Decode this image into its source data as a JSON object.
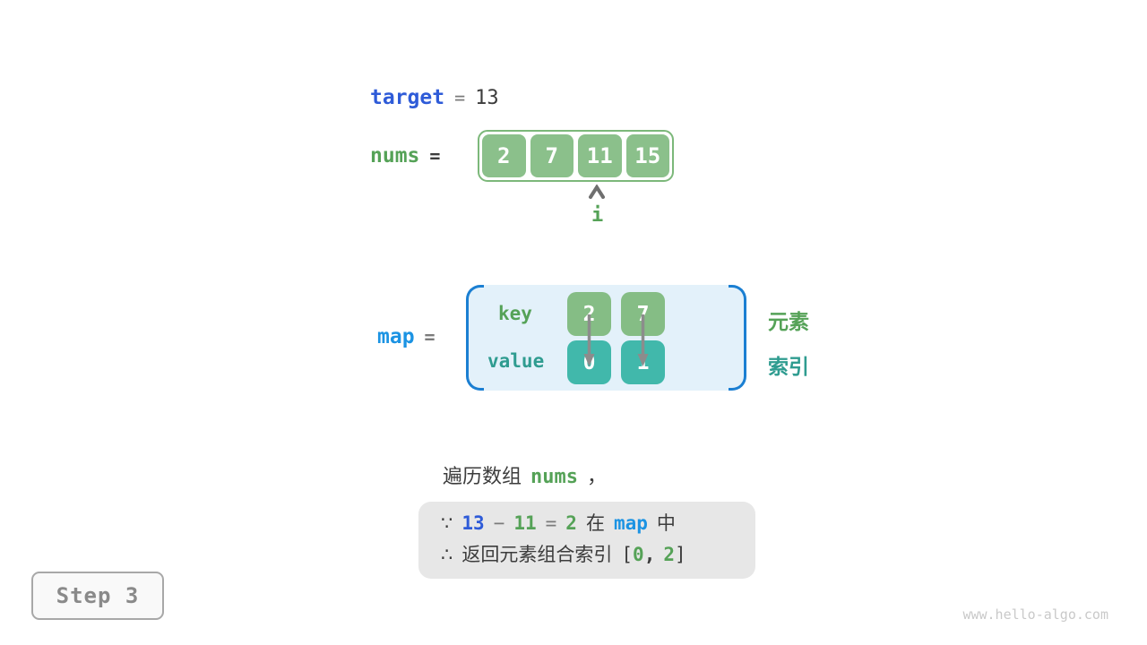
{
  "palette": {
    "target_blue": "#2e5bd8",
    "map_blue": "#1b93e3",
    "green_text": "#55a257",
    "teal_text": "#2f9c90",
    "array_cell_green": "#8bc08b",
    "key_cell_green": "#85bd85",
    "value_cell_teal": "#41b8ab",
    "array_border_green": "#7cb87a",
    "map_panel_bg": "#e3f1fa",
    "map_bracket_blue": "#1b7fd2",
    "note_bg": "#e7e7e7",
    "gray_text": "#7b7b7b",
    "dark_text": "#3c3c3c"
  },
  "target_row": {
    "name": "target",
    "equals": "=",
    "value": "13"
  },
  "nums_row": {
    "name": "nums",
    "equals": "="
  },
  "array": {
    "cells": [
      "2",
      "7",
      "11",
      "15"
    ],
    "pointer_label": "i"
  },
  "map_row": {
    "name": "map",
    "equals": "="
  },
  "map_table": {
    "key_label": "key",
    "value_label": "value",
    "keys": [
      "2",
      "7"
    ],
    "values": [
      "0",
      "1"
    ]
  },
  "legend": {
    "element_label": "元素",
    "index_label": "索引"
  },
  "caption": {
    "prefix": "遍历数组",
    "code": "nums",
    "comma": "，"
  },
  "note": {
    "line1": {
      "because": "∵",
      "minuend": "13",
      "minus": "−",
      "subtrahend": "11",
      "equals": "=",
      "difference": "2",
      "in_word": "在",
      "map_word": "map",
      "zhong": "中"
    },
    "line2": {
      "therefore": "∴",
      "text": "返回元素组合索引",
      "bracket_open": "[",
      "index1": "0",
      "comma": ",",
      "index2": "2",
      "bracket_close": "]"
    }
  },
  "step_badge": {
    "label": "Step 3"
  },
  "watermark": {
    "text": "www.hello-algo.com"
  }
}
